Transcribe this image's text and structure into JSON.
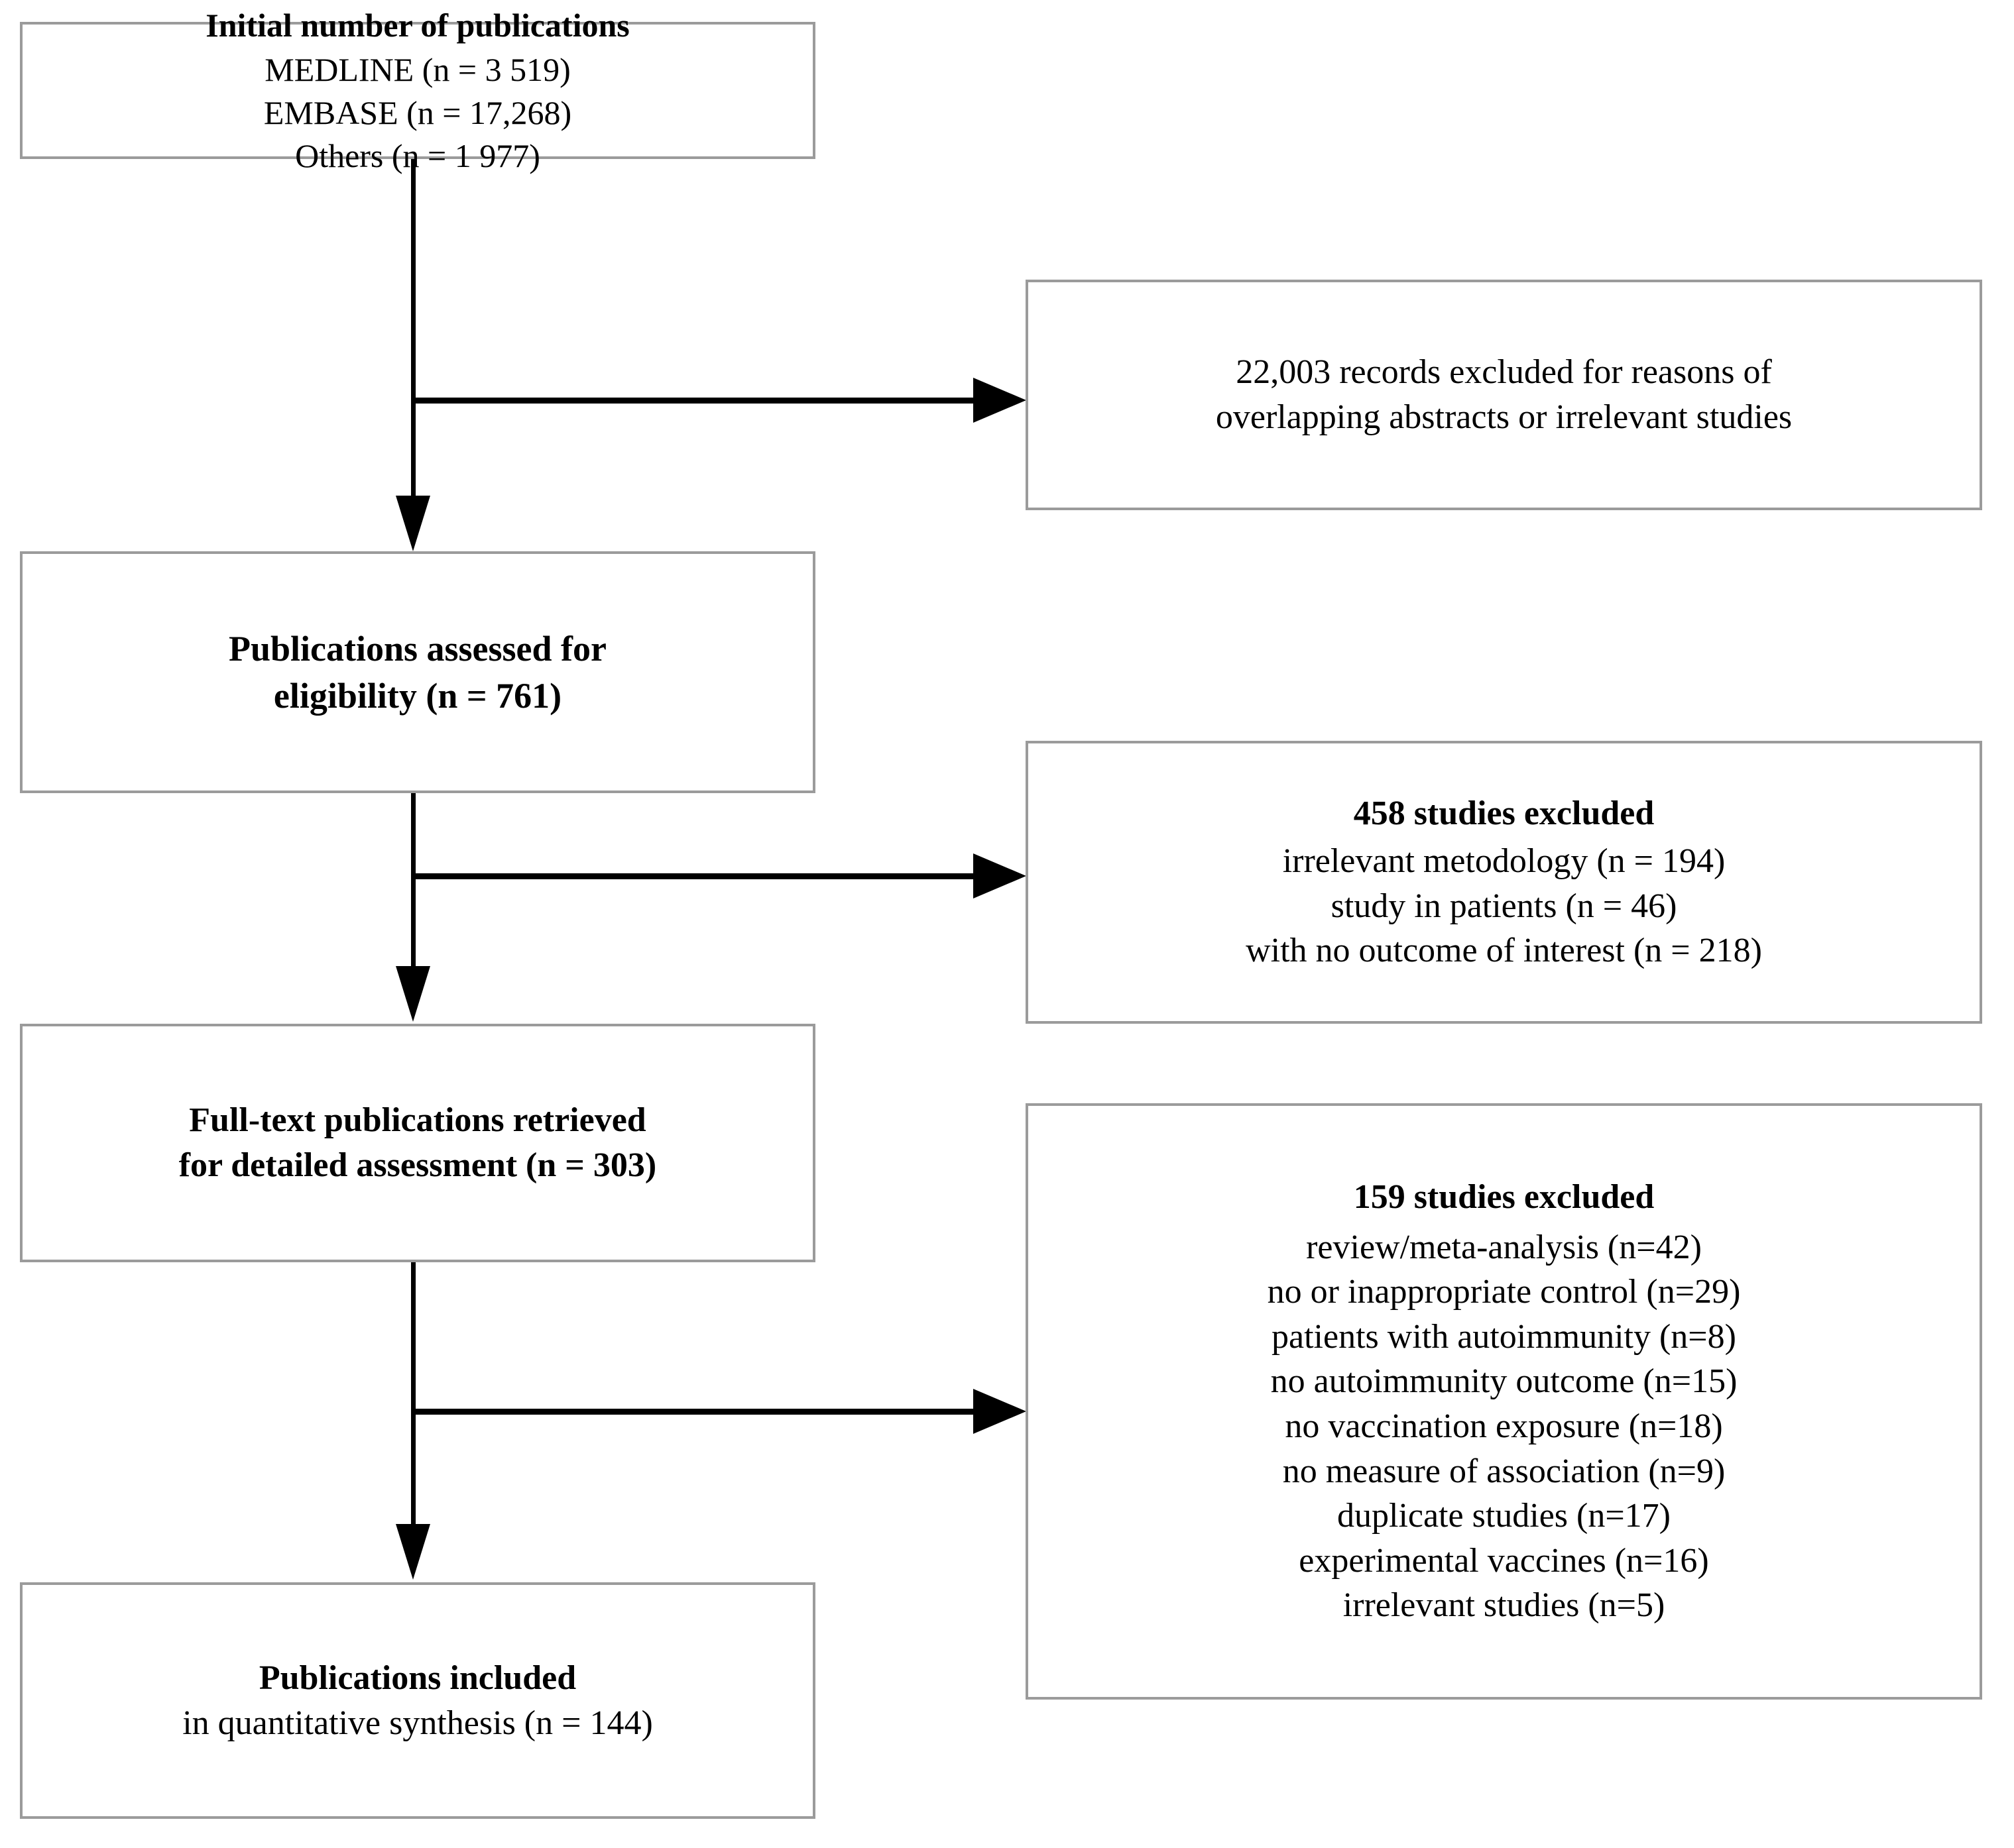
{
  "diagram": {
    "type": "prisma-flow-diagram",
    "title": "",
    "colors": {
      "box_border": "#9b9b9b",
      "connector": "#000000",
      "background": "#ffffff",
      "text": "#000000"
    },
    "nodes": {
      "initial": {
        "header": "Initial number of publications",
        "lines": [
          "MEDLINE (n = 3 519)",
          "EMBASE (n = 17,268)",
          "Others (n = 1 977)"
        ],
        "counts": {
          "MEDLINE": 3519,
          "EMBASE": 17268,
          "Others": 1977
        }
      },
      "excluded_1": {
        "lines": [
          "22,003 records excluded for reasons of",
          "overlapping abstracts or irrelevant studies"
        ],
        "count": 22003
      },
      "assessed": {
        "lines": [
          "Publications assessed for",
          "eligibility (n = 761)"
        ],
        "count": 761
      },
      "excluded_2": {
        "header": "458 studies excluded",
        "count": 458,
        "lines": [
          "irrelevant metodology (n = 194)",
          "study in patients (n = 46)",
          "with no outcome of interest (n = 218)"
        ],
        "reasons": [
          {
            "label": "irrelevant metodology",
            "n": 194
          },
          {
            "label": "study in patients",
            "n": 46
          },
          {
            "label": "with no outcome of interest",
            "n": 218
          }
        ]
      },
      "fulltext": {
        "lines": [
          "Full-text publications retrieved",
          "for detailed assessment (n = 303)"
        ],
        "count": 303
      },
      "excluded_3": {
        "header": "159 studies excluded",
        "count": 159,
        "lines": [
          "review/meta-analysis (n=42)",
          "no or inappropriate control (n=29)",
          "patients with autoimmunity (n=8)",
          "no autoimmunity outcome (n=15)",
          "no vaccination exposure (n=18)",
          "no measure of association (n=9)",
          "duplicate studies (n=17)",
          "experimental vaccines (n=16)",
          "irrelevant studies (n=5)"
        ],
        "reasons": [
          {
            "label": "review/meta-analysis",
            "n": 42
          },
          {
            "label": "no or inappropriate control",
            "n": 29
          },
          {
            "label": "patients with autoimmunity",
            "n": 8
          },
          {
            "label": "no autoimmunity outcome",
            "n": 15
          },
          {
            "label": "no vaccination exposure",
            "n": 18
          },
          {
            "label": "no measure of association",
            "n": 9
          },
          {
            "label": "duplicate studies",
            "n": 17
          },
          {
            "label": "experimental vaccines",
            "n": 16
          },
          {
            "label": "irrelevant studies",
            "n": 5
          }
        ]
      },
      "included": {
        "header": "Publications included",
        "lines": [
          "in quantitative synthesis (n = 144)"
        ],
        "count": 144
      }
    }
  }
}
